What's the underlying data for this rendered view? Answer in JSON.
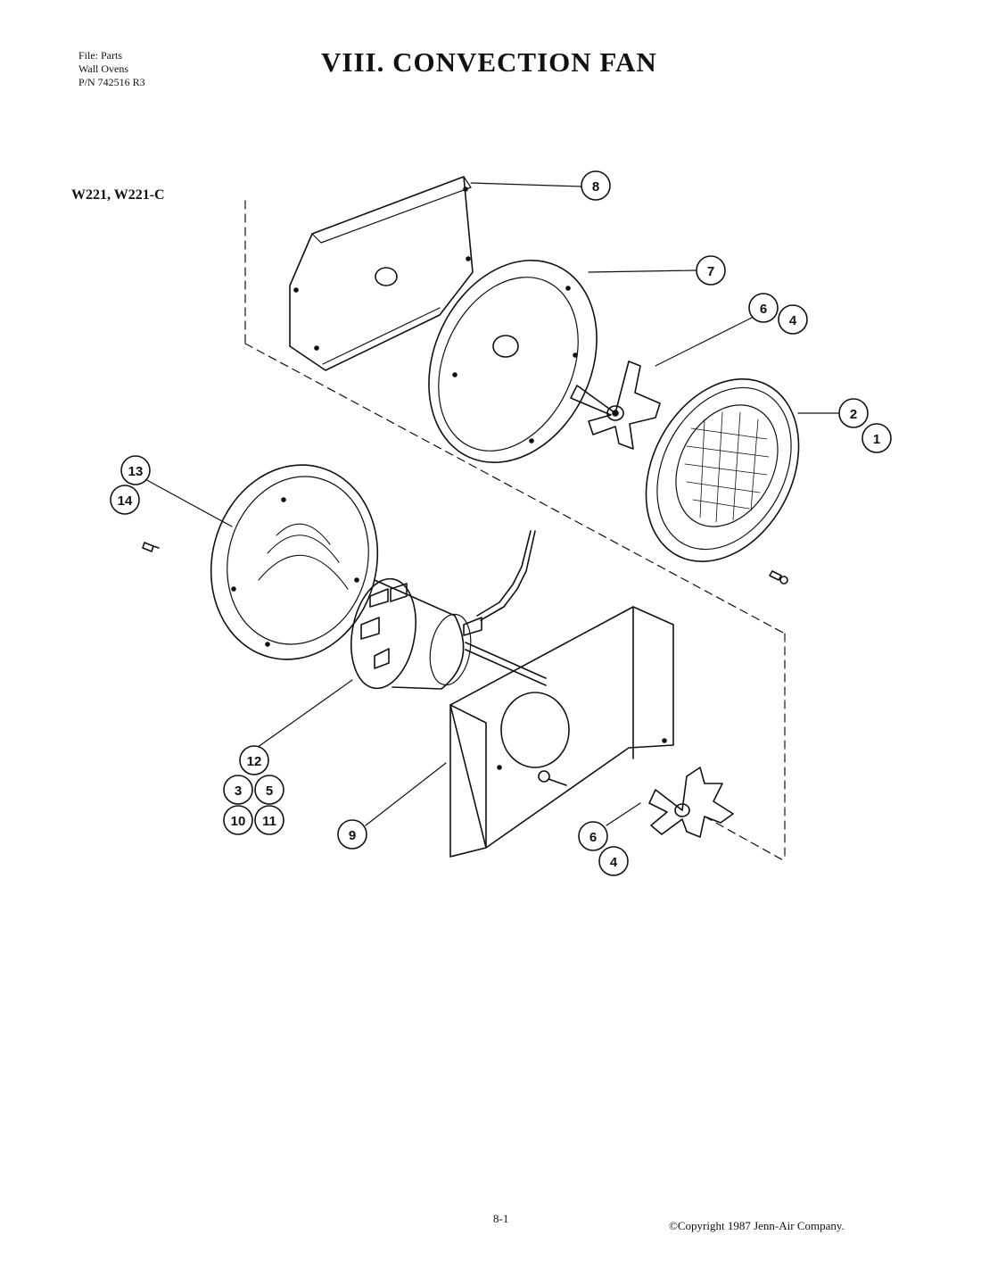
{
  "header": {
    "file_lines": [
      "File: Parts",
      "Wall Ovens",
      "P/N 742516 R3"
    ],
    "title": "VIII.  CONVECTION FAN",
    "models": "W221, W221-C"
  },
  "callouts": [
    {
      "id": "c8",
      "label": "8"
    },
    {
      "id": "c7",
      "label": "7"
    },
    {
      "id": "c6a",
      "label": "6"
    },
    {
      "id": "c4a",
      "label": "4"
    },
    {
      "id": "c2",
      "label": "2"
    },
    {
      "id": "c1",
      "label": "1"
    },
    {
      "id": "c13",
      "label": "13"
    },
    {
      "id": "c14",
      "label": "14"
    },
    {
      "id": "c12",
      "label": "12"
    },
    {
      "id": "c3",
      "label": "3"
    },
    {
      "id": "c5",
      "label": "5"
    },
    {
      "id": "c10",
      "label": "10"
    },
    {
      "id": "c11",
      "label": "11"
    },
    {
      "id": "c9",
      "label": "9"
    },
    {
      "id": "c6b",
      "label": "6"
    },
    {
      "id": "c4b",
      "label": "4"
    }
  ],
  "footer": {
    "page_number": "8-1",
    "copyright": "©Copyright 1987 Jenn-Air Company."
  }
}
